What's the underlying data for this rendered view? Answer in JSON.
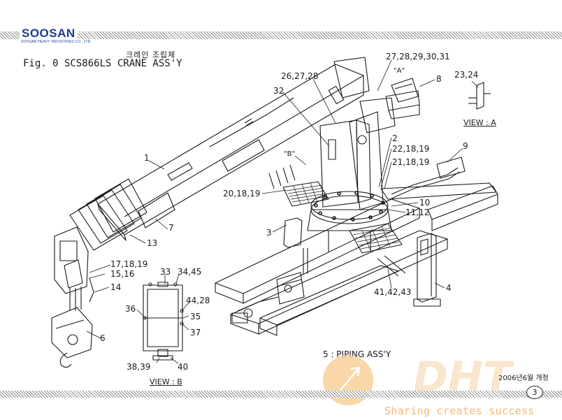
{
  "brand": {
    "name": "SOOSAN",
    "subtitle": "SOOSAN HEAVY INDUSTRIES CO., LTD."
  },
  "title": {
    "korean": "크레인 조립체",
    "english": "Fig. 0   SCS866LS CRANE ASS'Y"
  },
  "callouts": {
    "c1": "1",
    "c3": "3",
    "c7": "7",
    "c13": "13",
    "c17": "17,18,19",
    "c15": "15,16",
    "c14": "14",
    "c6": "6",
    "c32": "32",
    "c26": "26,27,28",
    "c27": "27,28,29,30,31",
    "cA": "\"A\"",
    "c8": "8",
    "cB": "\"B\"",
    "c20": "20,18,19",
    "c2": "2",
    "c22": "22,18,19",
    "c21": "21,18,19",
    "c9": "9",
    "c10": "10",
    "c11": "11,12",
    "c41": "41,42,43",
    "c4": "4",
    "c23": "23,24",
    "c33": "33",
    "c34": "34,45",
    "c36": "36",
    "c44": "44,28",
    "c35": "35",
    "c37": "37",
    "c38": "38,39",
    "c40": "40"
  },
  "views": {
    "view_a": "VIEW : A",
    "view_b": "VIEW : B"
  },
  "piping": "5 : PIPING ASS'Y",
  "revision": "2006년6월 개정",
  "page_number": "3",
  "watermark": {
    "logo": "DHT",
    "text": "Sharing creates success"
  },
  "colors": {
    "brand": "#1d3b8f",
    "line": "#1a1a1a",
    "watermark": "#f2b877"
  }
}
